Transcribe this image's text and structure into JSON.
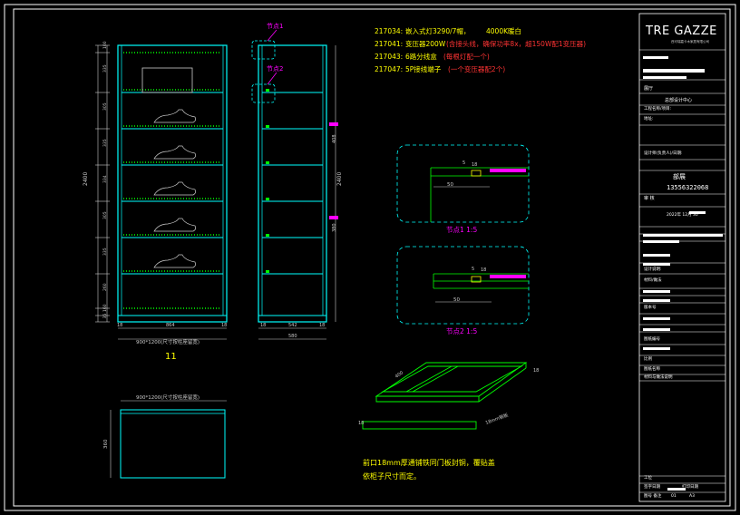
{
  "colors": {
    "background": "#000000",
    "frame": "#ffffff",
    "cabinet": "#00ffff",
    "shelf_light": "#00ff00",
    "callout": "#ff00ff",
    "notes_title": "#ffff00",
    "notes_red": "#ff3333",
    "dim": "#cccccc",
    "green_line": "#00ff00"
  },
  "notes": [
    {
      "code": "217034:",
      "text": "嵌入式灯3290/7帽，",
      "extra": "4000K暖白"
    },
    {
      "code": "217041:",
      "text": "变压器200W",
      "extra": "(含接头线，确保功率8x，超150W配1变压器)"
    },
    {
      "code": "217043:",
      "text": "6路分线盒",
      "extra": "(每根灯配一个)"
    },
    {
      "code": "217047:",
      "text": "5P接线端子",
      "extra": "(一个变压器配2个)"
    }
  ],
  "front": {
    "height_dim": "2400",
    "left_dims": [
      "100",
      "335",
      "305",
      "335",
      "334",
      "305",
      "335",
      "260",
      "160",
      "35"
    ],
    "bottom_dims": [
      "18",
      "864",
      "18"
    ],
    "width_label": "900*1200(尺寸按柱座留宽)",
    "number": "11"
  },
  "side": {
    "callout_1": "节点1",
    "callout_2": "节点2",
    "height_dim": "2400",
    "bottom_dims": [
      "18",
      "542",
      "18"
    ],
    "total_width": "580",
    "side_dims": [
      "408",
      "380"
    ]
  },
  "details": {
    "d1_label": "节点1 1:5",
    "d2_label": "节点2 1:5",
    "d1_dim": "50",
    "d2_dim": "50",
    "d1_small": [
      "5",
      "18"
    ],
    "d2_small": [
      "5",
      "18"
    ]
  },
  "plan": {
    "width_label": "900*1200(尺寸按柱座留宽)",
    "height_dim": "360"
  },
  "iso_note": [
    "前口18mm厚通铺铁同门板封铜，覆贴盖",
    "依柜子尺寸而定。"
  ],
  "iso_dims": [
    "18",
    "400",
    "18",
    "18mm钢板"
  ],
  "title_block": {
    "logo": "TRE GAZZE",
    "logo_sub": "西可瑞嘉卡木家居有限公司",
    "rows": [
      "展厅",
      "总部设计中心",
      "工程名称/项目:",
      "地址:",
      "设计师(负责人)/日期:",
      "部展",
      "13556322068",
      "审 核",
      "2022年 12月 30",
      "设计说明:",
      "材料/做法",
      "版本号",
      "图纸编号",
      "比例",
      "图纸名称",
      "材料与做法说明",
      "工位",
      "签字日期",
      "打印日期",
      "图号 备注",
      "01",
      "A3"
    ]
  }
}
